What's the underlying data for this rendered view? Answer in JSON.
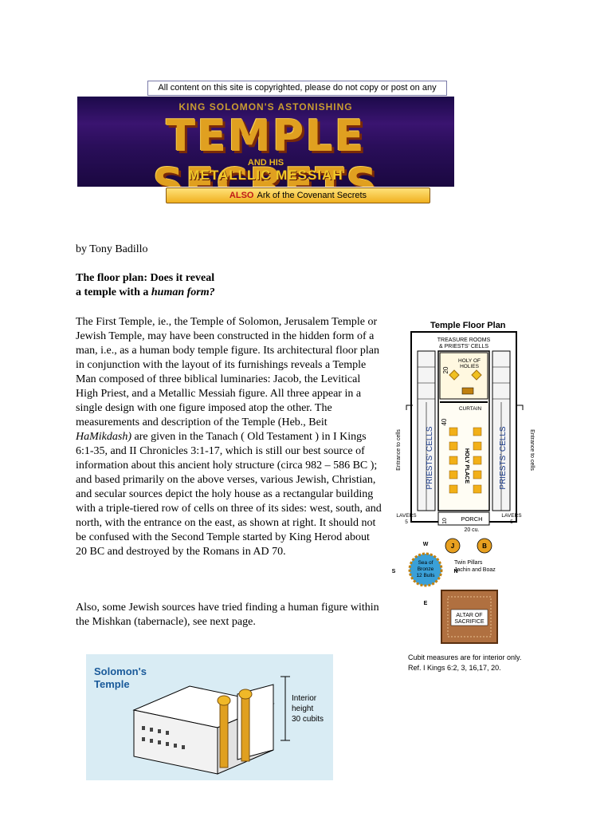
{
  "notice": "All content on this site is copyrighted, please do not copy or post on any other website.",
  "banner": {
    "kicker": "KING SOLOMON'S ASTONISHING",
    "title": "TEMPLE SECRETS",
    "and_his": "AND HIS",
    "subtitle": "METALLLIC MESSIAH"
  },
  "ark_bar": {
    "also": "ALSO",
    "text": "Ark of the Covenant Secrets"
  },
  "byline": "by Tony Badillo",
  "heading": {
    "line1": "The floor plan: Does it reveal",
    "line2_prefix": "a temple with a ",
    "line2_em": "human form?"
  },
  "body": {
    "part1": "The First Temple, ie., the Temple of  Solomon, Jerusalem Temple  or Jewish Temple, may have been constructed in the hidden form of a man, i.e., as a human body temple figure. Its architectural floor plan in conjunction with the layout of its furnishings reveals a Temple Man composed of three biblical luminaries: Jacob, the Levitical High Priest, and a Metallic Messiah figure. All three appear in a single design with one figure imposed atop the other. The measurements and description of the Temple (Heb., Beit ",
    "em": "HaMikdash)",
    "part2": " are given in the Tanach ( Old Testament ) in I Kings 6:1-35, and II Chronicles 3:1-17, which is still our best source of information about  this ancient holy structure (circa 982 – 586 BC ); and based primarily on the above verses, various Jewish, Christian, and secular sources depict the holy house as a rectangular building with a triple-tiered row of cells on three of its sides: west, south, and north, with the entrance on the east, as shown at right. It should not be confused with the Second Temple started  by King Herod about 20 BC and destroyed by the Romans in AD 70.",
    "para2": "Also, some Jewish sources have tried finding a human figure  within the Mishkan (tabernacle), see next page."
  },
  "floor_plan": {
    "title": "Temple Floor Plan",
    "treasure": "TREASURE ROOMS",
    "priests_cells_top": "& PRIESTS' CELLS",
    "holy_of_holies_1": "HOLY OF",
    "holy_of_holies_2": "HOLIES",
    "dim_20": "20",
    "dim_40": "40",
    "dim_10": "10",
    "curtain": "CURTAIN",
    "holy_place": "HOLY PLACE",
    "priests_cells_left": "PRIESTS' CELLS",
    "priests_cells_right": "PRIESTS' CELLS",
    "entrance_left": "Entrance to cells",
    "entrance_right": "Entrance to cells",
    "lavers_left_1": "LAVERS",
    "lavers_left_2": "5",
    "lavers_right_1": "LAVERS",
    "lavers_right_2": "5",
    "porch": "PORCH",
    "porch_dim": "20 cu.",
    "pillar_j": "J",
    "pillar_b": "B",
    "twin_pillars_1": "Twin Pillars",
    "twin_pillars_2": "Jachin and Boaz",
    "sea_1": "Sea of",
    "sea_2": "Bronze",
    "sea_3": "12 Bulls",
    "compass_w": "W",
    "compass_s": "S",
    "compass_n": "N",
    "compass_e": "E",
    "altar_1": "ALTAR OF",
    "altar_2": "SACRIFICE",
    "note1": "Cubit measures are for interior only.",
    "note2": "Ref. I Kings 6:2, 3, 16,17, 20."
  },
  "temple_drawing": {
    "title_1": "Solomon's",
    "title_2": "Temple",
    "label_1": "Interior",
    "label_2": "height",
    "label_3": "30 cubits"
  }
}
